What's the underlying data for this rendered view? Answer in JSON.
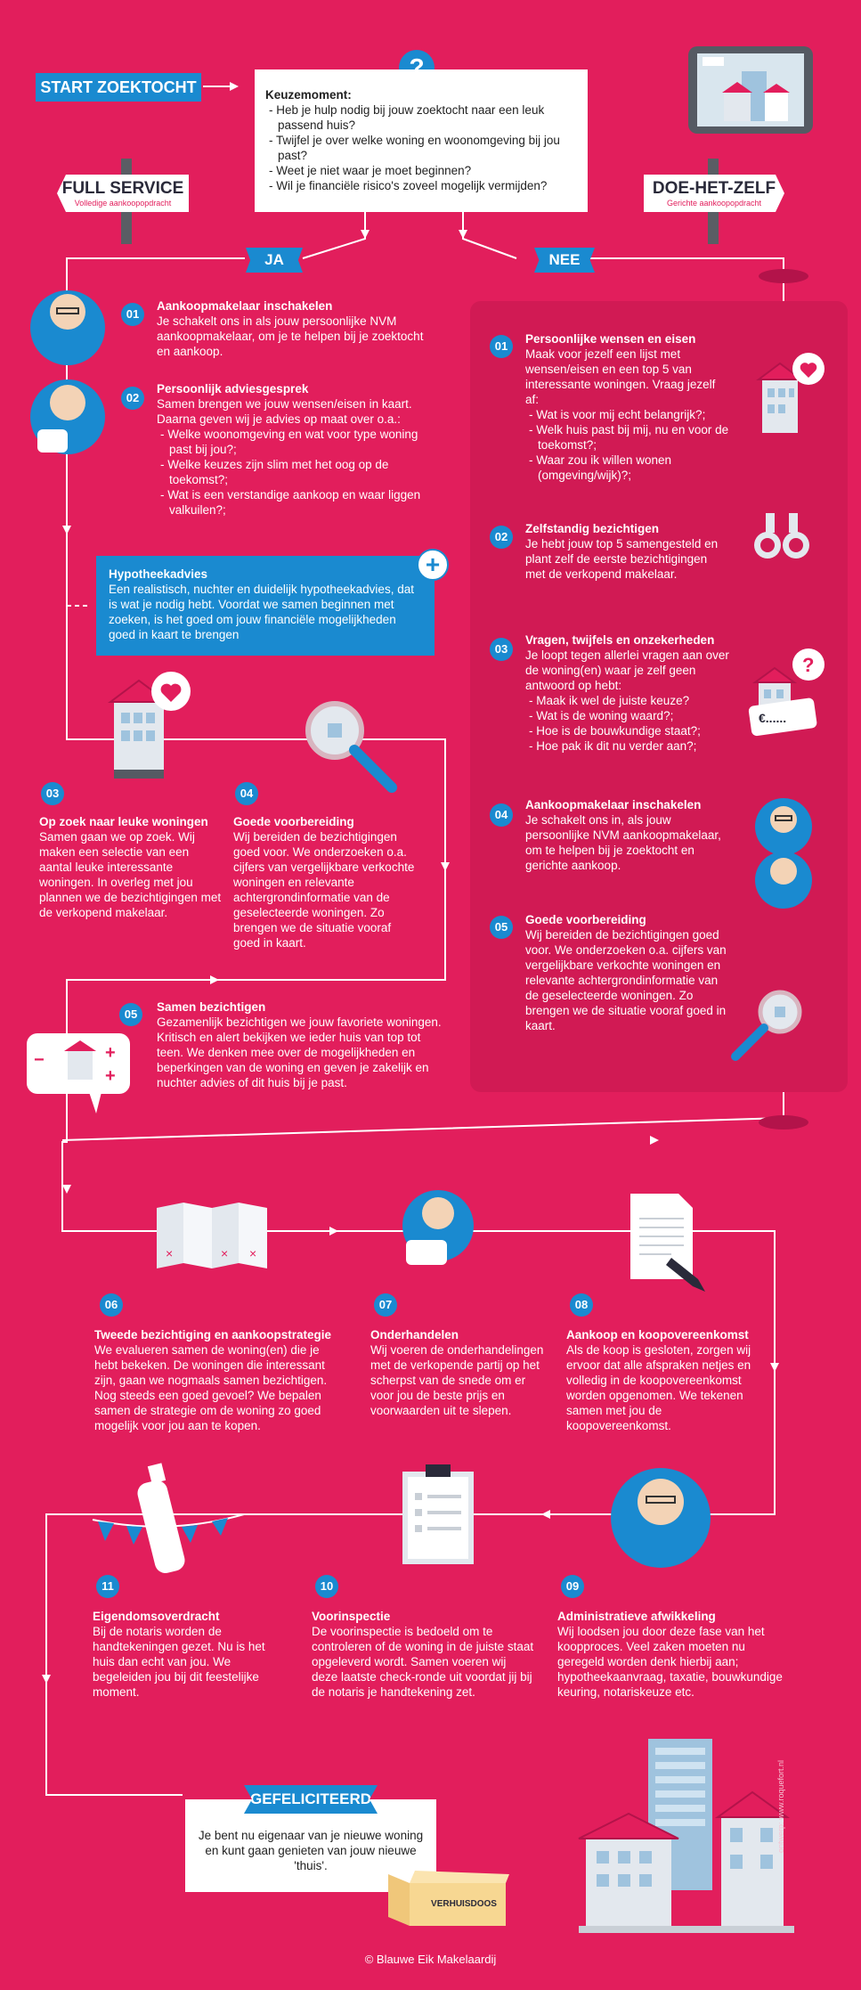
{
  "header": {
    "start_label": "START ZOEKTOCHT",
    "question_icon": "question-icon",
    "keuze_title": "Keuzemoment:",
    "keuze_items": [
      "Heb je hulp nodig bij jouw zoektocht naar een leuk passend huis?",
      "Twijfel je over welke woning en woonomgeving bij jou past?",
      "Weet je niet waar je moet beginnen?",
      "Wil je financiële risico's zoveel mogelijk vermijden?"
    ],
    "tablet_icon": "tablet-icon"
  },
  "signs": {
    "full_title": "FULL SERVICE",
    "full_sub": "Volledige aankoopopdracht",
    "diy_title": "DOE-HET-ZELF",
    "diy_sub": "Gerichte aankoopopdracht"
  },
  "branches": {
    "yes": "JA",
    "no": "NEE"
  },
  "full_service": {
    "steps": [
      {
        "num": "01",
        "title": "Aankoopmakelaar inschakelen",
        "body": "Je schakelt ons in als jouw persoonlijke NVM aankoopmakelaar, om je te helpen bij je zoektocht en aankoop."
      },
      {
        "num": "02",
        "title": "Persoonlijk adviesgesprek",
        "body": "Samen brengen we jouw wensen/eisen in kaart. Daarna geven wij je advies op maat over o.a.:",
        "items": [
          "Welke woonomgeving en wat voor type woning past bij jou?;",
          "Welke keuzes zijn slim met het oog op de toekomst?;",
          "Wat is een verstandige aankoop en waar liggen valkuilen?;"
        ]
      },
      {
        "num": "03",
        "title": "Op zoek naar leuke woningen",
        "body": "Samen gaan we op zoek. Wij maken een selectie van een aantal leuke interessante woningen. In overleg met jou plannen we de bezichtigingen met de verkopend makelaar."
      },
      {
        "num": "04",
        "title": "Goede voorbereiding",
        "body": "Wij bereiden de bezichtigingen goed voor. We onderzoeken o.a. cijfers van vergelijkbare verkochte woningen en relevante achtergrondinformatie van de geselecteerde woningen. Zo brengen we de situatie vooraf goed in kaart."
      },
      {
        "num": "05",
        "title": "Samen bezichtigen",
        "body": "Gezamenlijk bezichtigen we jouw favoriete woningen. Kritisch en alert bekijken we ieder huis van top tot teen. We denken mee over de mogelijkheden en beperkingen van de woning en geven je zakelijk en nuchter advies of dit huis bij je past."
      }
    ],
    "hypotheek_title": "Hypotheekadvies",
    "hypotheek_body": "Een realistisch, nuchter en duidelijk hypotheekadvies, dat is wat je nodig hebt. Voordat we samen beginnen met zoeken, is het goed om jouw financiële mogelijkheden goed in kaart te brengen"
  },
  "diy": {
    "steps": [
      {
        "num": "01",
        "title": "Persoonlijke wensen en eisen",
        "body": "Maak voor jezelf een lijst met wensen/eisen en een top 5 van interessante woningen. Vraag jezelf af:",
        "items": [
          "Wat is voor mij echt belangrijk?;",
          "Welk huis past bij mij, nu en voor de toekomst?;",
          "Waar zou ik willen wonen (omgeving/wijk)?;"
        ]
      },
      {
        "num": "02",
        "title": "Zelfstandig bezichtigen",
        "body": "Je hebt jouw top 5 samengesteld en plant zelf de eerste bezichtigingen met de verkopend makelaar."
      },
      {
        "num": "03",
        "title": "Vragen, twijfels en onzekerheden",
        "body": "Je loopt tegen allerlei vragen aan over de woning(en) waar je zelf geen antwoord op hebt:",
        "items": [
          "Maak ik wel de juiste keuze?",
          "Wat is de woning waard?;",
          "Hoe is de bouwkundige staat?;",
          "Hoe pak ik dit nu verder aan?;"
        ]
      },
      {
        "num": "04",
        "title": "Aankoopmakelaar inschakelen",
        "body": "Je schakelt ons in, als jouw persoonlijke NVM aankoopmakelaar, om te helpen bij je zoektocht en gerichte aankoop."
      },
      {
        "num": "05",
        "title": "Goede voorbereiding",
        "body": "Wij bereiden de bezichtigingen goed voor. We onderzoeken o.a. cijfers van vergelijkbare verkochte woningen en relevante achtergrondinformatie van de geselecteerde woningen. Zo brengen we de situatie vooraf goed in kaart."
      }
    ],
    "price_tag": "€......"
  },
  "shared": [
    {
      "num": "06",
      "title": "Tweede bezichtiging en aankoopstrategie",
      "body": "We evalueren samen de woning(en) die je hebt bekeken. De woningen die interessant zijn, gaan we nogmaals samen bezichtigen. Nog steeds een goed gevoel? We bepalen samen de strategie om de woning zo goed mogelijk voor jou aan te kopen."
    },
    {
      "num": "07",
      "title": "Onderhandelen",
      "body": "Wij voeren de onderhandelingen met de verkopende partij op het scherpst van de snede om er voor jou de beste prijs en voorwaarden uit te slepen."
    },
    {
      "num": "08",
      "title": "Aankoop en koopovereenkomst",
      "body": "Als de koop is gesloten, zorgen wij ervoor dat alle afspraken netjes en volledig in de koopovereenkomst worden opgenomen. We tekenen samen met jou de koopovereenkomst."
    },
    {
      "num": "09",
      "title": "Administratieve afwikkeling",
      "body": "Wij loodsen jou door deze fase van het koopproces. Veel zaken moeten nu geregeld worden denk hierbij aan; hypotheekaanvraag, taxatie, bouwkundige keuring, notariskeuze etc."
    },
    {
      "num": "10",
      "title": "Voorinspectie",
      "body": "De voorinspectie is bedoeld om te controleren of de woning in de juiste staat opgeleverd wordt. Samen voeren wij deze laatste check-ronde uit voordat jij bij de notaris je handtekening zet."
    },
    {
      "num": "11",
      "title": "Eigendomsoverdracht",
      "body": "Bij de notaris worden de handtekeningen gezet. Nu is het huis dan echt van jou. We begeleiden jou bij dit feestelijke moment."
    }
  ],
  "final": {
    "badge": "GEFELICITEERD",
    "body": "Je bent nu eigenaar van je nieuwe woning en kunt gaan genieten van jouw nieuwe 'thuis'.",
    "box_label": "VERHUISDOOS"
  },
  "footer": {
    "copyright": "© Blauwe Eik Makelaardij",
    "credit": "ontwerp: www.roquefort.nl"
  },
  "colors": {
    "background": "#e21e5c",
    "accent_blue": "#1a8ad0",
    "diy_panel": "#d11a54",
    "white": "#ffffff"
  }
}
